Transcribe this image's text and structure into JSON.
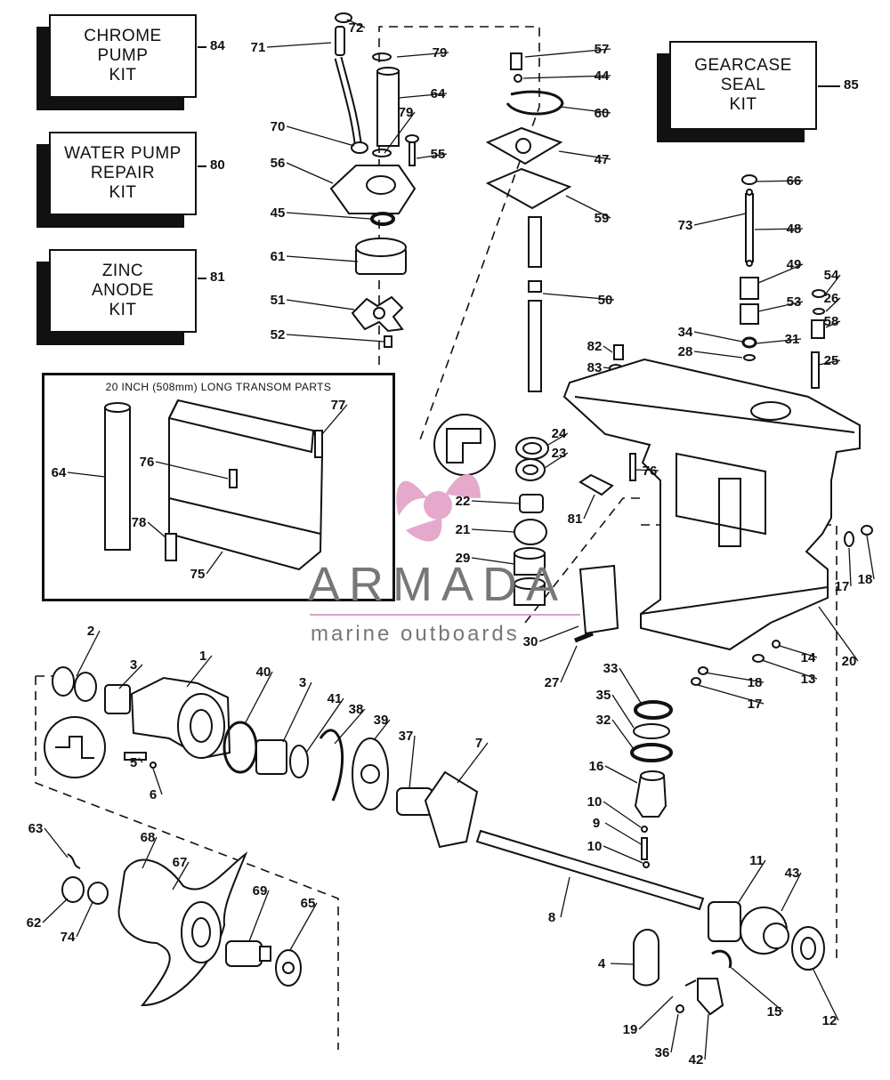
{
  "kits": [
    {
      "id": "chrome-pump-kit",
      "text": "CHROME\nPUMP\nKIT",
      "number": "84"
    },
    {
      "id": "water-pump-repair-kit",
      "text": "WATER PUMP\nREPAIR\nKIT",
      "number": "80"
    },
    {
      "id": "zinc-anode-kit",
      "text": "ZINC\nANODE\nKIT",
      "number": "81"
    },
    {
      "id": "gearcase-seal-kit",
      "text": "GEARCASE\nSEAL\nKIT",
      "number": "85"
    }
  ],
  "inset": {
    "title": "20 INCH (508mm) LONG TRANSOM PARTS"
  },
  "watermark": {
    "name": "ARMADA",
    "tagline": "marine outboards",
    "accent_color": "#e4a9cb"
  },
  "part_labels": [
    "72",
    "71",
    "79",
    "64",
    "79",
    "70",
    "55",
    "56",
    "45",
    "61",
    "51",
    "52",
    "57",
    "44",
    "60",
    "47",
    "59",
    "50",
    "66",
    "73",
    "48",
    "49",
    "54",
    "26",
    "53",
    "58",
    "34",
    "31",
    "28",
    "25",
    "82",
    "83",
    "24",
    "23",
    "76",
    "22",
    "81",
    "21",
    "29",
    "17",
    "18",
    "20",
    "30",
    "27",
    "14",
    "13",
    "18",
    "17",
    "77",
    "76",
    "64",
    "78",
    "75",
    "2",
    "3",
    "1",
    "40",
    "3",
    "41",
    "38",
    "39",
    "37",
    "7",
    "33",
    "35",
    "32",
    "16",
    "10",
    "9",
    "10",
    "5",
    "6",
    "63",
    "68",
    "67",
    "69",
    "65",
    "62",
    "74",
    "8",
    "11",
    "43",
    "12",
    "4",
    "15",
    "19",
    "36",
    "42"
  ]
}
